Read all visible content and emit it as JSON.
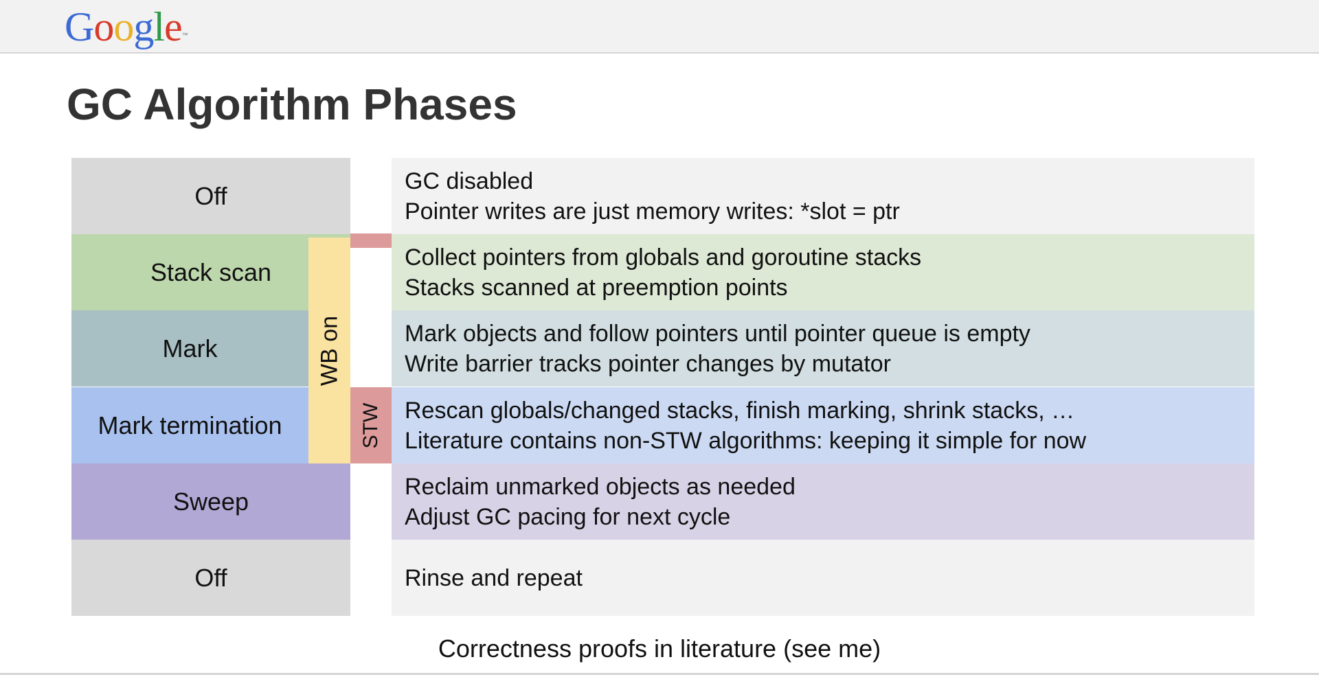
{
  "header": {
    "logo_letters": [
      {
        "ch": "G",
        "color": "#3b6ad4"
      },
      {
        "ch": "o",
        "color": "#d83a2b"
      },
      {
        "ch": "o",
        "color": "#eab12a"
      },
      {
        "ch": "g",
        "color": "#3b6ad4"
      },
      {
        "ch": "l",
        "color": "#2e9a48"
      },
      {
        "ch": "e",
        "color": "#d83a2b"
      }
    ],
    "logo_tm": "™"
  },
  "title": "GC Algorithm Phases",
  "phases": [
    {
      "label": "Off",
      "color": "#d9d9d9",
      "desc_color": "#f2f2f2",
      "lines": [
        "GC disabled",
        "Pointer writes are just memory writes: *slot = ptr"
      ]
    },
    {
      "label": "Stack scan",
      "color": "#bdd7ad",
      "desc_color": "#dde8d5",
      "lines": [
        "Collect pointers from globals and goroutine stacks",
        "Stacks scanned at preemption points"
      ]
    },
    {
      "label": "Mark",
      "color": "#a8bfc4",
      "desc_color": "#d2dee1",
      "lines": [
        "Mark objects and follow pointers until pointer queue is empty",
        "Write barrier tracks pointer changes by mutator"
      ]
    },
    {
      "label": "Mark termination",
      "color": "#a9c1ef",
      "desc_color": "#cbd9f3",
      "lines": [
        "Rescan globals/changed stacks, finish marking, shrink stacks, …",
        "Literature contains non-STW algorithms: keeping it simple for now"
      ]
    },
    {
      "label": "Sweep",
      "color": "#b2a8d5",
      "desc_color": "#d8d2e7",
      "lines": [
        "Reclaim unmarked objects as needed",
        "Adjust GC pacing for next cycle"
      ]
    },
    {
      "label": "Off",
      "color": "#d9d9d9",
      "desc_color": "#f2f2f2",
      "lines": [
        "Rinse and repeat"
      ]
    }
  ],
  "wb_label": "WB on",
  "stw_label": "STW",
  "footer": "Correctness proofs in literature (see me)"
}
